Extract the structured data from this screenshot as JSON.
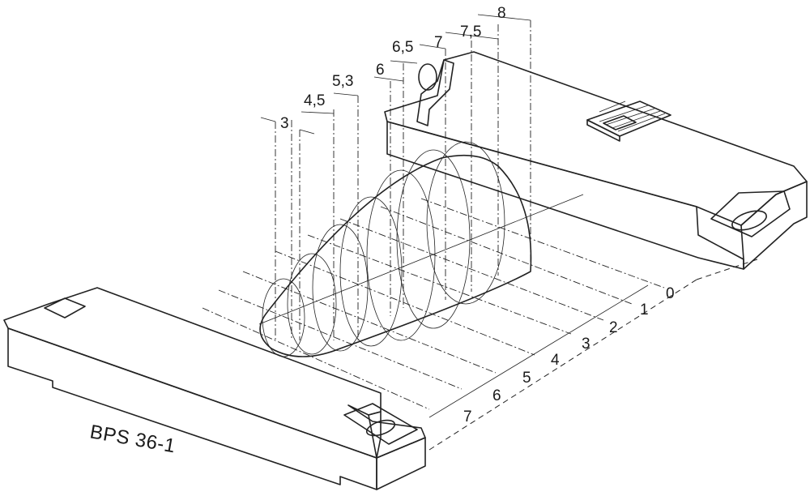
{
  "diagram": {
    "label": "BPS 36-1",
    "top_dimensions": [
      "3",
      "4,5",
      "5,3",
      "6",
      "6,5",
      "7",
      "7,5",
      "8"
    ],
    "distance_labels": [
      "0",
      "1",
      "2",
      "3",
      "4",
      "5",
      "6",
      "7"
    ]
  }
}
